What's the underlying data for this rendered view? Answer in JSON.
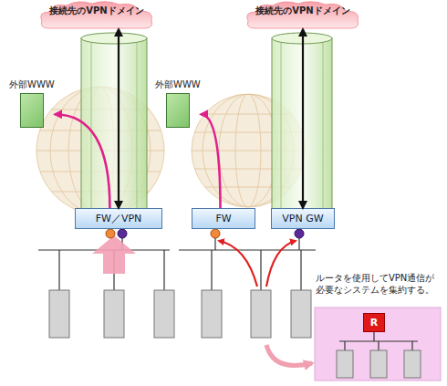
{
  "diagram": {
    "nodes": [
      {
        "text": [
          "接続先のVPNドメイン"
        ]
      },
      {
        "text": [
          "接続先のVPNドメイン"
        ]
      },
      {
        "text": [
          "外部WWW"
        ]
      },
      {
        "text": [
          "FW／VPN"
        ]
      },
      {
        "text": [
          "外部WWW"
        ]
      },
      {
        "text": [
          "FW"
        ]
      },
      {
        "text": [
          "VPN GW"
        ]
      },
      {
        "text": [
          "R"
        ]
      }
    ],
    "edges": [
      {
        "from": 3,
        "to": 0,
        "arrow": "both"
      },
      {
        "from": 3,
        "to": 2,
        "arrow": "to"
      },
      {
        "from": 6,
        "to": 1,
        "arrow": "both"
      },
      {
        "from": 5,
        "to": 4,
        "arrow": "to"
      }
    ],
    "labels": [
      "ルータを使用してVPN通信が必要なシステムを集約する。"
    ]
  }
}
